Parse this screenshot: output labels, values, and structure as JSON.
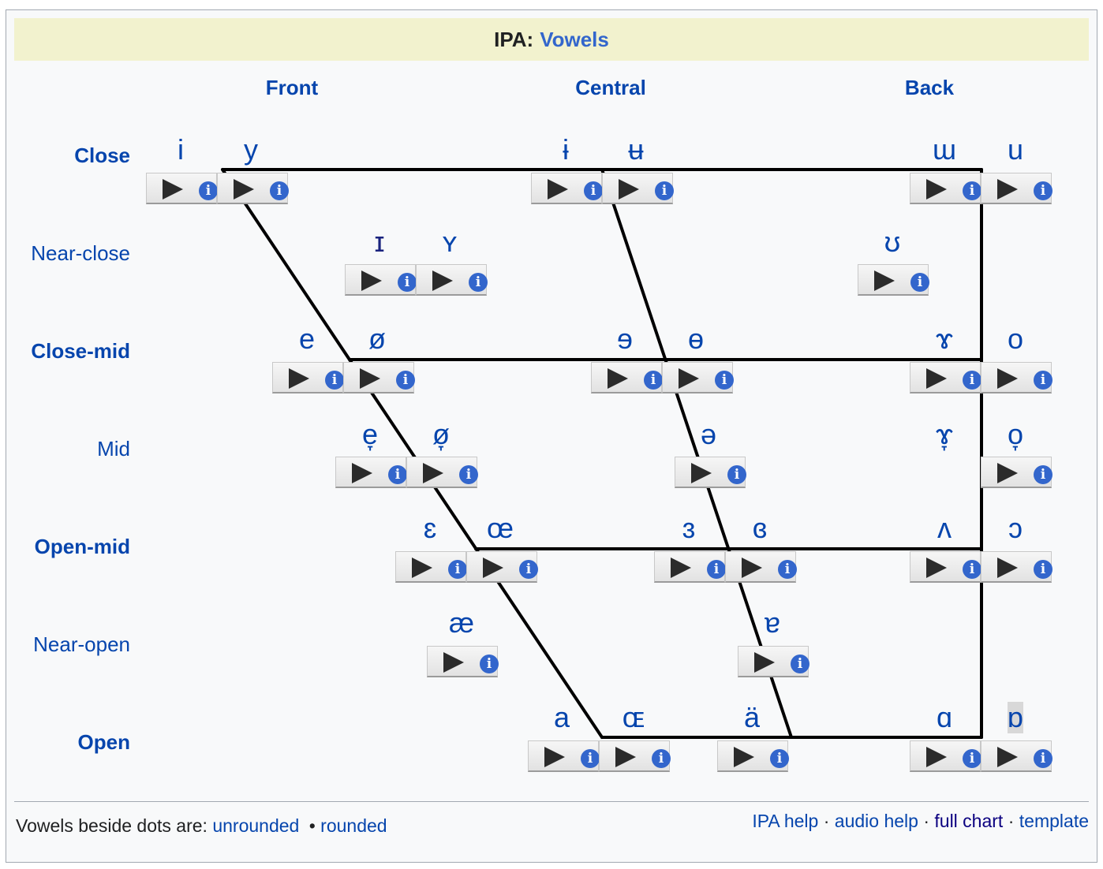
{
  "title": {
    "prefix": "IPA:",
    "link": "Vowels"
  },
  "columns": [
    "Front",
    "Central",
    "Back"
  ],
  "rows": [
    {
      "label": "Close",
      "bold": true
    },
    {
      "label": "Near-close",
      "bold": false
    },
    {
      "label": "Close-mid",
      "bold": true
    },
    {
      "label": "Mid",
      "bold": false
    },
    {
      "label": "Open-mid",
      "bold": true
    },
    {
      "label": "Near-open",
      "bold": false
    },
    {
      "label": "Open",
      "bold": true
    }
  ],
  "player": {
    "play_icon": "play-icon",
    "info_icon": "info-icon",
    "info_glyph": "i"
  },
  "vowels": [
    {
      "symbol": "i",
      "name": "close-front-unrounded"
    },
    {
      "symbol": "y",
      "name": "close-front-rounded"
    },
    {
      "symbol": "ɨ",
      "name": "close-central-unrounded"
    },
    {
      "symbol": "ʉ",
      "name": "close-central-rounded"
    },
    {
      "symbol": "ɯ",
      "name": "close-back-unrounded"
    },
    {
      "symbol": "u",
      "name": "close-back-rounded"
    },
    {
      "symbol": "ɪ",
      "name": "near-close-front-unrounded"
    },
    {
      "symbol": "ʏ",
      "name": "near-close-front-rounded"
    },
    {
      "symbol": "ʊ",
      "name": "near-close-back-rounded"
    },
    {
      "symbol": "e",
      "name": "close-mid-front-unrounded"
    },
    {
      "symbol": "ø",
      "name": "close-mid-front-rounded"
    },
    {
      "symbol": "ɘ",
      "name": "close-mid-central-unrounded"
    },
    {
      "symbol": "ɵ",
      "name": "close-mid-central-rounded"
    },
    {
      "symbol": "ɤ",
      "name": "close-mid-back-unrounded"
    },
    {
      "symbol": "o",
      "name": "close-mid-back-rounded"
    },
    {
      "symbol": "e̞",
      "name": "mid-front-unrounded"
    },
    {
      "symbol": "ø̞",
      "name": "mid-front-rounded"
    },
    {
      "symbol": "ə",
      "name": "mid-central"
    },
    {
      "symbol": "ɤ̞",
      "name": "mid-back-unrounded"
    },
    {
      "symbol": "o̞",
      "name": "mid-back-rounded"
    },
    {
      "symbol": "ɛ",
      "name": "open-mid-front-unrounded"
    },
    {
      "symbol": "œ",
      "name": "open-mid-front-rounded"
    },
    {
      "symbol": "ɜ",
      "name": "open-mid-central-unrounded"
    },
    {
      "symbol": "ɞ",
      "name": "open-mid-central-rounded"
    },
    {
      "symbol": "ʌ",
      "name": "open-mid-back-unrounded"
    },
    {
      "symbol": "ɔ",
      "name": "open-mid-back-rounded"
    },
    {
      "symbol": "æ",
      "name": "near-open-front-unrounded"
    },
    {
      "symbol": "ɐ",
      "name": "near-open-central"
    },
    {
      "symbol": "a",
      "name": "open-front-unrounded"
    },
    {
      "symbol": "ɶ",
      "name": "open-front-rounded"
    },
    {
      "symbol": "ä",
      "name": "open-central-unrounded"
    },
    {
      "symbol": "ɑ",
      "name": "open-back-unrounded"
    },
    {
      "symbol": "ɒ",
      "name": "open-back-rounded"
    }
  ],
  "footer": {
    "note_prefix": "Vowels beside dots are:",
    "unrounded": "unrounded",
    "separator": "•",
    "rounded": "rounded",
    "links": [
      "IPA help",
      "audio help",
      "full chart",
      "template"
    ],
    "link_separator": "·"
  }
}
